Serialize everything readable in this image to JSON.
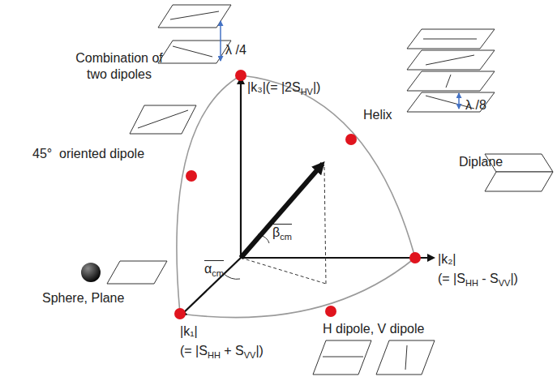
{
  "diagram": {
    "labels": [
      "Combination of two dipoles",
      "λ /4",
      "|k₃|(= |2S",
      "HV",
      "|)",
      "Helix",
      "λ /8",
      "45°  oriented dipole",
      "Diplane",
      "β",
      "cm",
      "|k₂|",
      "(= |S",
      "HH",
      " - S",
      "VV",
      "|)",
      "α",
      "cm",
      "Sphere, Plane",
      "|k₁|",
      "(= |S",
      "HH",
      " + S",
      "VV",
      "|)",
      "H dipole, V dipole"
    ]
  }
}
